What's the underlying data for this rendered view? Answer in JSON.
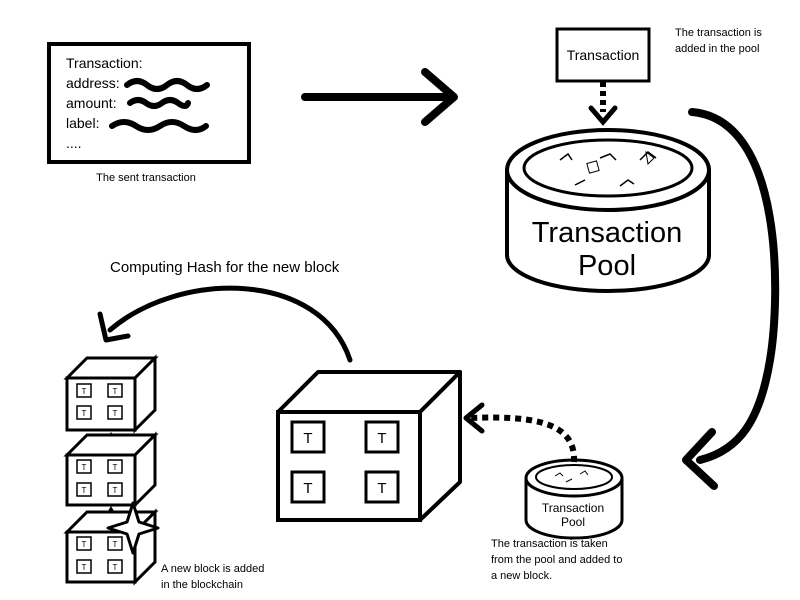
{
  "sent_card": {
    "title": "Transaction:",
    "fields": [
      "address:",
      "amount:",
      "label:",
      "...."
    ],
    "caption": "The sent transaction"
  },
  "pool_top": {
    "box_label": "Transaction",
    "note_line1": "The transaction is",
    "note_line2": "added in the pool",
    "label_line1": "Transaction",
    "label_line2": "Pool"
  },
  "pool_small": {
    "label_line1": "Transaction",
    "label_line2": "Pool",
    "note_line1": "The transaction is taken",
    "note_line2": "from the pool and added to",
    "note_line3": "a new block."
  },
  "hash_label": "Computing Hash for the new block",
  "block": {
    "tx_mark": "T"
  },
  "chain": {
    "tx_mark": "T",
    "note_line1": "A new block is added",
    "note_line2": "in the blockchain"
  }
}
